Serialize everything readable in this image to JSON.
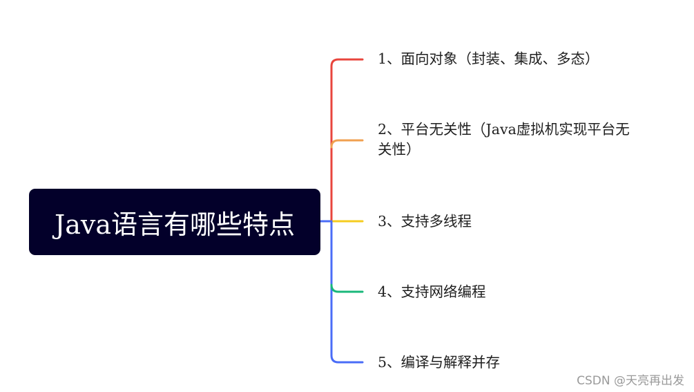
{
  "root": {
    "label": "Java语言有哪些特点",
    "color": "#03002a"
  },
  "branches": [
    {
      "label": "1、面向对象（封装、集成、多态）",
      "color": "#e8453c"
    },
    {
      "label": "2、平台无关性（Java虚拟机实现平台无关性）",
      "color": "#f0a050"
    },
    {
      "label": "3、支持多线程",
      "color": "#f5cc1f"
    },
    {
      "label": "4、支持网络编程",
      "color": "#19b77a"
    },
    {
      "label": "5、编译与解释并存",
      "color": "#4a6cf7"
    }
  ],
  "watermark": "CSDN @天亮再出发"
}
